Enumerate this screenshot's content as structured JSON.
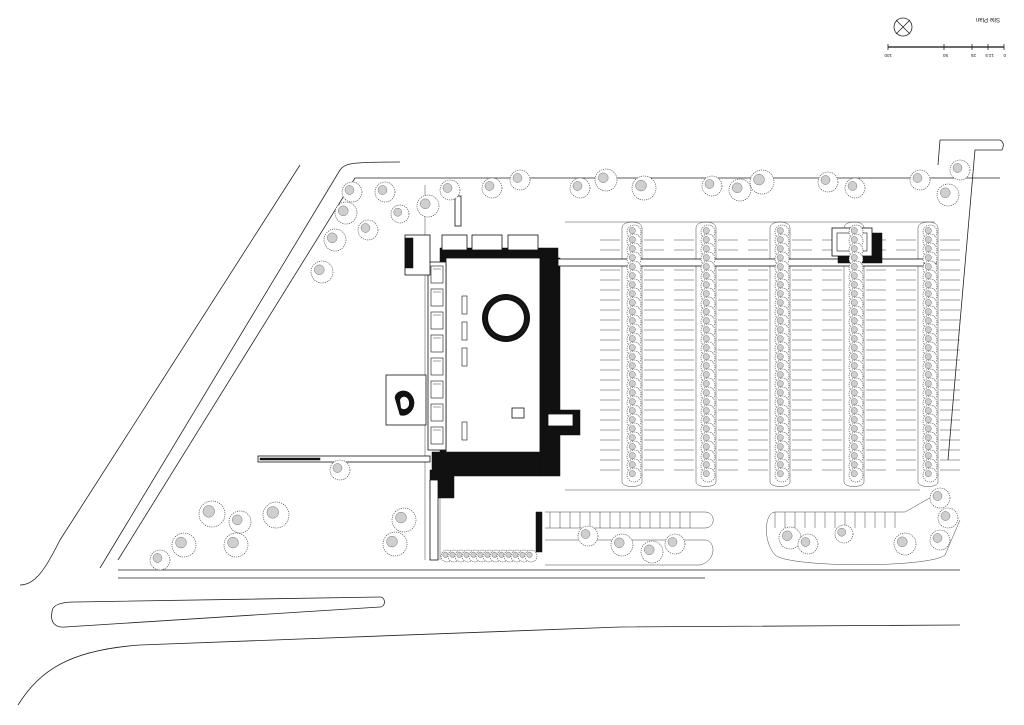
{
  "drawing": {
    "title": "Site Plan",
    "scale_bar": {
      "labels": [
        "0",
        "12.5",
        "25",
        "50",
        "100"
      ]
    }
  }
}
